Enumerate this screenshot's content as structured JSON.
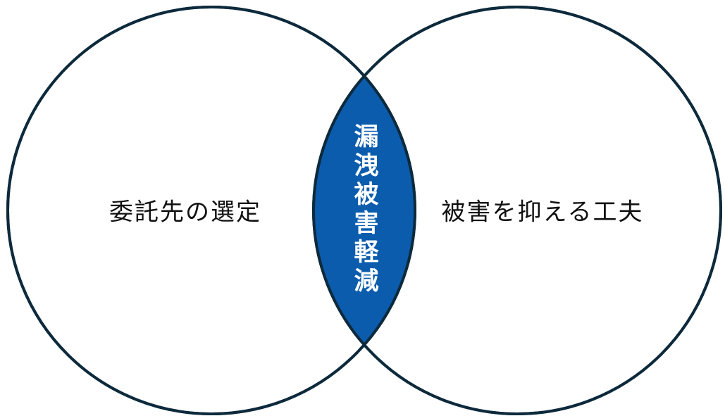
{
  "diagram": {
    "type": "venn",
    "left_set": {
      "label": "委託先の選定"
    },
    "right_set": {
      "label": "被害を抑える工夫"
    },
    "intersection": {
      "label": "漏洩被害軽減"
    }
  },
  "colors": {
    "outline": "#0d2a3c",
    "intersection_fill": "#0b5cad",
    "background": "#ffffff",
    "text_dark": "#111111",
    "text_light": "#ffffff"
  }
}
